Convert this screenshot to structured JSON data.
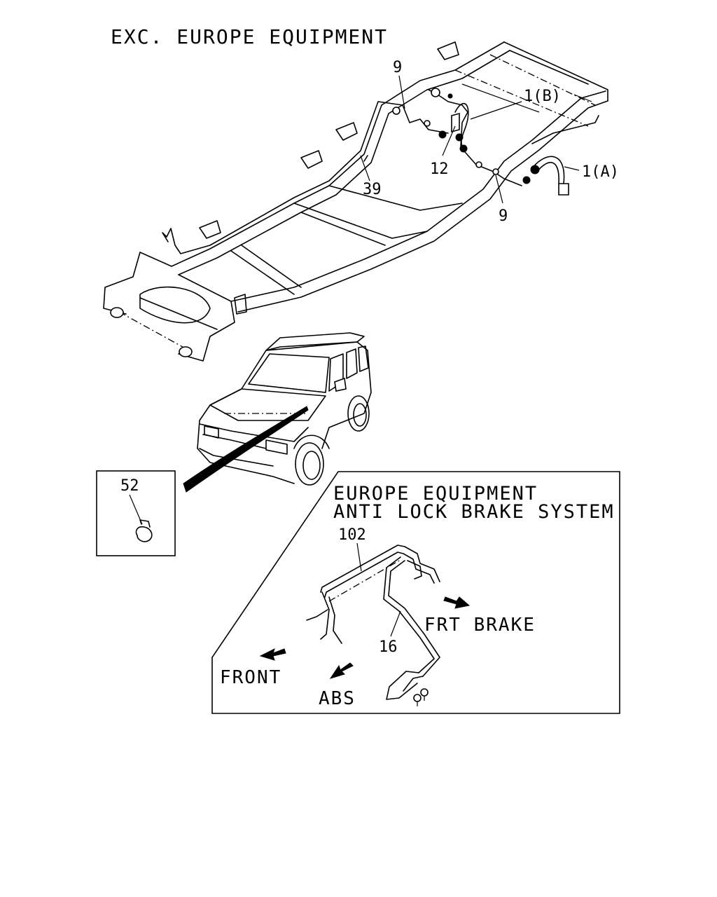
{
  "labels": {
    "title": "EXC. EUROPE EQUIPMENT",
    "callout_9_top": "9",
    "callout_1b": "1(B)",
    "callout_12": "12",
    "callout_39": "39",
    "callout_1a": "1(A)",
    "callout_9_bottom": "9",
    "callout_52": "52"
  },
  "inset": {
    "title_line1": "EUROPE EQUIPMENT",
    "title_line2": "ANTI LOCK BRAKE SYSTEM",
    "callout_102": "102",
    "callout_16": "16",
    "frt_brake": "FRT BRAKE",
    "front": "FRONT",
    "abs": "ABS"
  }
}
